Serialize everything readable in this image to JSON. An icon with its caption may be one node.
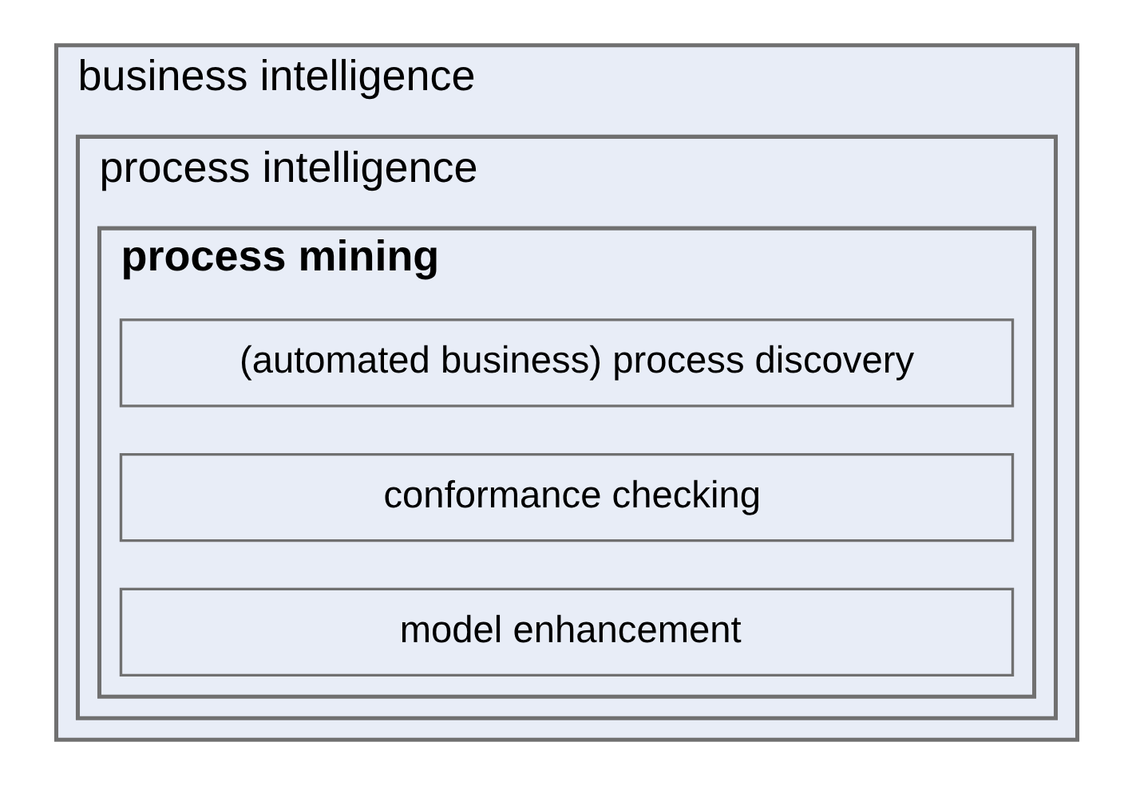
{
  "diagram": {
    "nodes": [
      {
        "text": [
          "business intelligence"
        ]
      },
      {
        "text": [
          "process intelligence"
        ],
        "in": 0
      },
      {
        "text": [
          "process mining"
        ],
        "in": 1
      },
      {
        "text": [
          "(automated business) process discovery"
        ],
        "in": 2
      },
      {
        "text": [
          "conformance checking"
        ],
        "in": 2
      },
      {
        "text": [
          "model enhancement"
        ],
        "in": 2
      }
    ],
    "edges": []
  }
}
